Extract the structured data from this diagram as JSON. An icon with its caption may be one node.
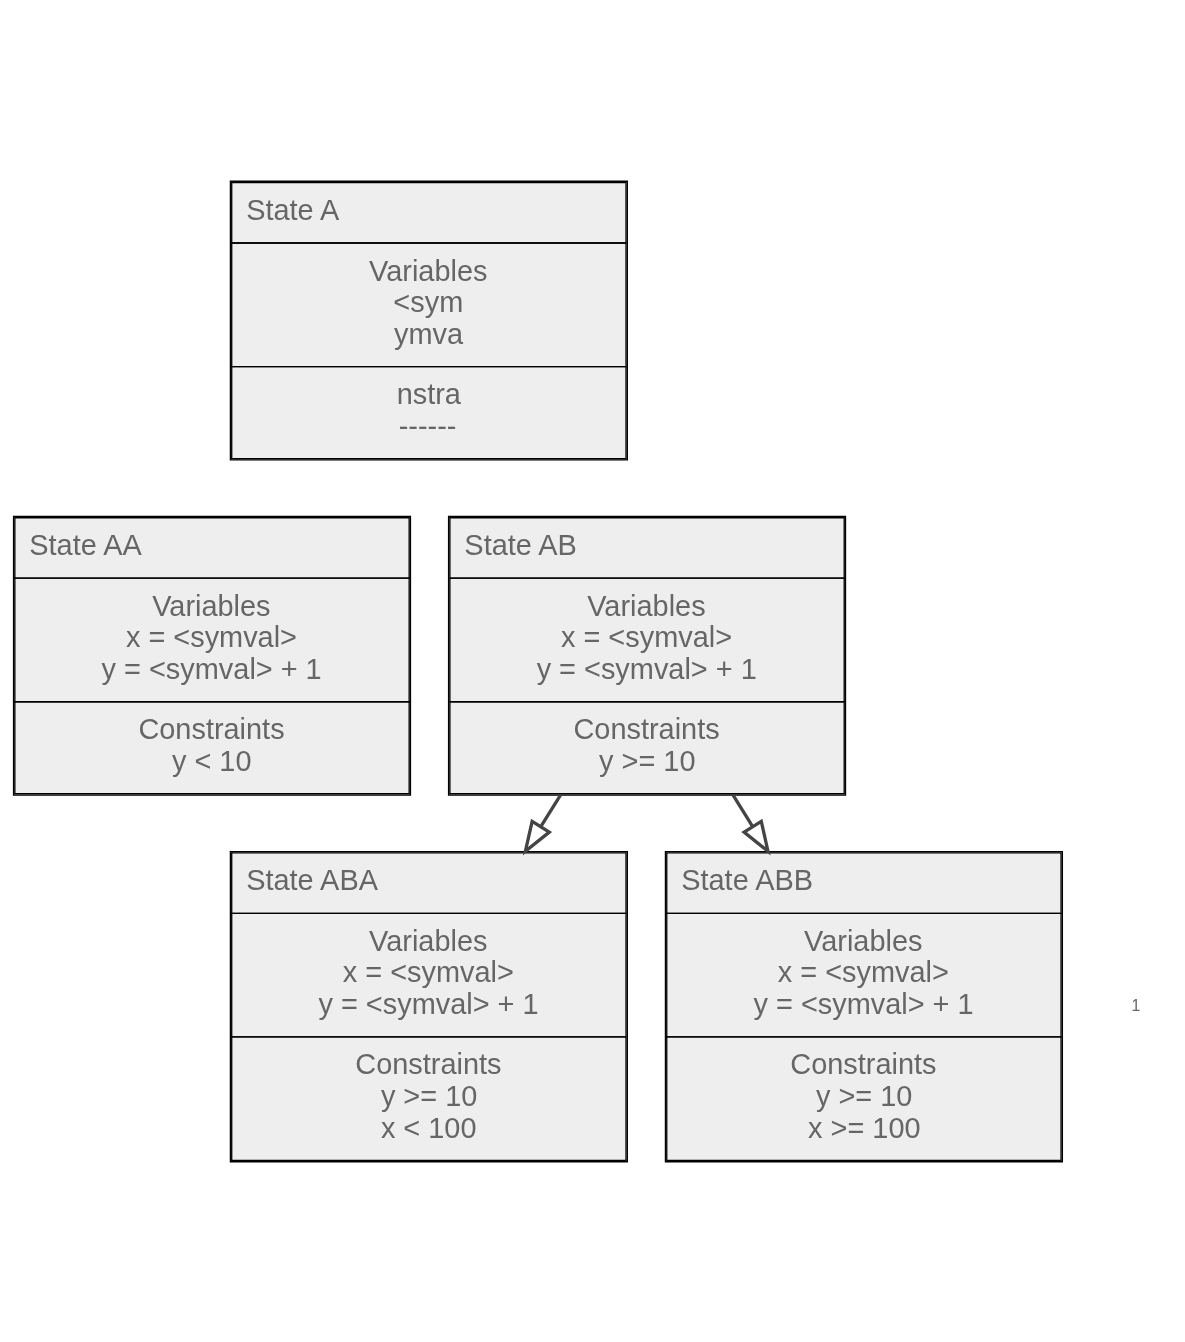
{
  "diagram": {
    "nodes": [
      {
        "text": [
          "State A",
          "Variables",
          "<sym",
          "ymva",
          "nstra",
          "------"
        ]
      },
      {
        "text": [
          "State AA",
          "Variables",
          "x = <symval>",
          "y = <symval> + 1",
          "Constraints",
          "y < 10"
        ]
      },
      {
        "text": [
          "State AB",
          "Variables",
          "x = <symval>",
          "y = <symval> + 1",
          "Constraints",
          "y >= 10"
        ]
      },
      {
        "text": [
          "State ABA",
          "Variables",
          "x = <symval>",
          "y = <symval> + 1",
          "Constraints",
          "y >= 10",
          "x < 100"
        ]
      },
      {
        "text": [
          "State ABB",
          "Variables",
          "x = <symval>",
          "y = <symval> + 1",
          "Constraints",
          "y >= 10",
          "x >= 100"
        ]
      }
    ],
    "edges": [
      {
        "from": 2,
        "to": 3,
        "arrow": "to"
      },
      {
        "from": 2,
        "to": 4,
        "arrow": "to"
      }
    ],
    "labels": [
      "1"
    ]
  }
}
